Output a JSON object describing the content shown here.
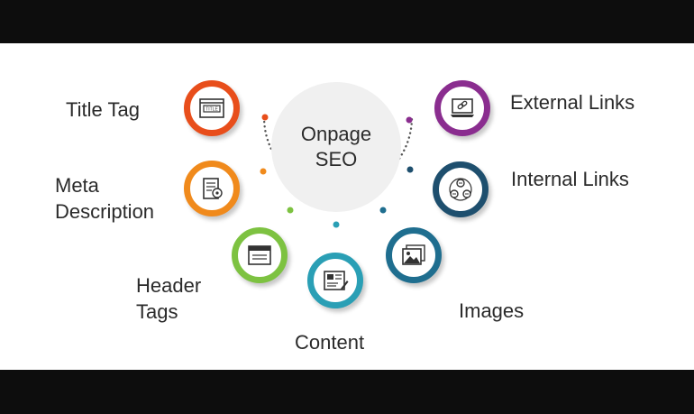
{
  "center": {
    "label": "Onpage\nSEO"
  },
  "nodes": [
    {
      "label": "Title Tag",
      "icon": "title-tag-icon",
      "color": "#e84e1b"
    },
    {
      "label": "Meta\nDescription",
      "icon": "meta-description-icon",
      "color": "#f08a1c"
    },
    {
      "label": "Header\nTags",
      "icon": "header-tags-icon",
      "color": "#7dc241"
    },
    {
      "label": "Content",
      "icon": "content-icon",
      "color": "#2a9fb5"
    },
    {
      "label": "Images",
      "icon": "images-icon",
      "color": "#1f6e8f"
    },
    {
      "label": "Internal Links",
      "icon": "internal-links-icon",
      "color": "#1e4f6e"
    },
    {
      "label": "External Links",
      "icon": "external-links-icon",
      "color": "#8a2d8f"
    }
  ]
}
